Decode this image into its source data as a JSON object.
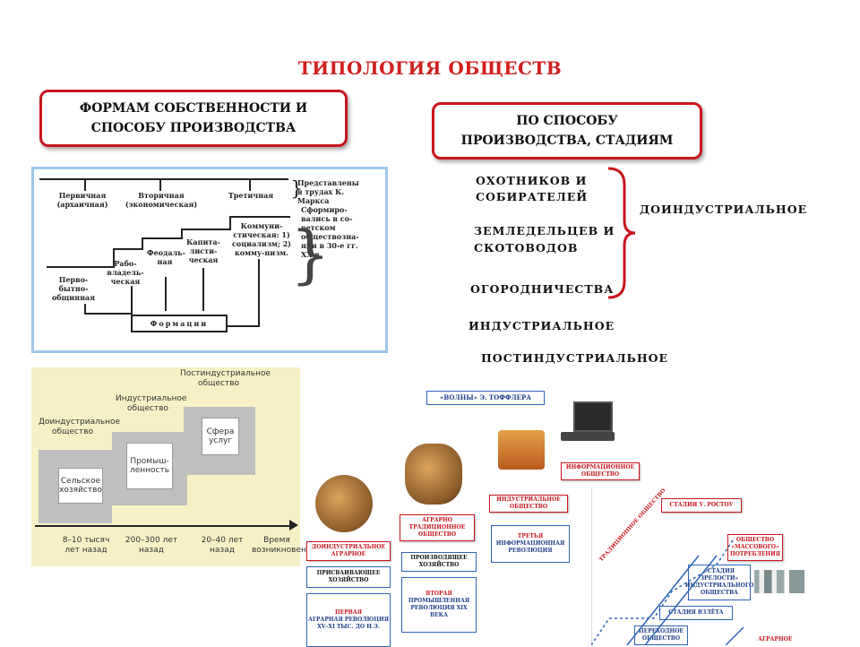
{
  "title": "ТИПОЛОГИЯ ОБЩЕСТВ",
  "box_left": {
    "line1": "ФОРМАМ СОБСТВЕННОСТИ И",
    "line2": "СПОСОБУ ПРОИЗВОДСТВА"
  },
  "box_right": {
    "line1": "ПО СПОСОБУ",
    "line2": "ПРОИЗВОДСТВА, СТАДИЯМ"
  },
  "formations": {
    "primary": "Первичная (архаичная)",
    "secondary": "Вторичная (экономическая)",
    "tertiary": "Третичная",
    "marx_note": "Представлены в трудах К. Маркса",
    "primitive": "Перво-бытно-общинная",
    "slave": "Рабо-владель-ческая",
    "feudal": "Феодаль-ная",
    "capitalist": "Капита-листи-ческая",
    "communist": "Коммуни-стическая: 1) социализм; 2) комму-низм.",
    "soviet_note": "Сформиро-вались в со-ветском обществозна-нии в 30-е гг. XX в.",
    "bottom": "Формации"
  },
  "stages": {
    "hunters1": "ОХОТНИКОВ И",
    "hunters2": "СОБИРАТЕЛЕЙ",
    "farmers1": "ЗЕМЛЕДЕЛЬЦЕВ И",
    "farmers2": "СКОТОВОДОВ",
    "garden": "ОГОРОДНИЧЕСТВА",
    "preindustrial": "ДОИНДУСТРИАЛЬНОЕ",
    "industrial": "ИНДУСТРИАЛЬНОЕ",
    "postindustrial": "ПОСТИНДУСТРИАЛЬНОЕ"
  },
  "societies": {
    "post": "Постиндустриальное общество",
    "ind": "Индустриальное общество",
    "pre": "Доиндустриальное общество",
    "agri": "Сельское хозяйство",
    "industry": "Промыш-ленность",
    "services": "Сфера услуг",
    "t1": "8–10 тысяч лет назад",
    "t2": "200–300 лет назад",
    "t3": "20–40 лет назад",
    "axis": "Время возникновения"
  },
  "toffler": {
    "title": "«ВОЛНЫ» Э. ТОФФЛЕРА",
    "info": "ИНФОРМАЦИОННОЕ ОБЩЕСТВО",
    "ind": "ИНДУСТРИАЛЬНОЕ ОБЩЕСТВО",
    "third": "ТРЕТЬЯ",
    "inforev": "ИНФОРМАЦИОННАЯ РЕВОЛЮЦИЯ",
    "agr": "АГРАРНО ТРАДИЦИОННОЕ ОБЩЕСТВО",
    "prod": "ПРОИЗВОДЯЩЕЕ ХОЗЯЙСТВО",
    "second": "ВТОРАЯ",
    "indrev": "ПРОМЫШЛЕННАЯ РЕВОЛЮЦИЯ XIX ВЕКА",
    "preind": "ДОИНДУСТРИАЛЬНОЕ АГРАРНОЕ",
    "appr": "ПРИСВАИВАЮЩЕЕ ХОЗЯЙСТВО",
    "first": "ПЕРВАЯ",
    "agrrev": "АГРАРНАЯ РЕВОЛЮЦИЯ",
    "agrrev2": "XV–XI ТЫС. ДО Н.Э."
  },
  "rostow": {
    "title": "СТАДИИ У. РОСТОУ",
    "mass": "ОБЩЕСТВО «МАССОВОГО» ПОТРЕБЛЕНИЯ",
    "mature": "«СТАДИЯ ЗРЕЛОСТИ» ИНДУСТРИАЛЬНОГО ОБЩЕСТВА",
    "takeoff": "СТАДИЯ ВЗЛЁТА",
    "transit": "ПЕРЕХОДНОЕ ОБЩЕСТВО",
    "diag": "ТРАДИЦИОННОЕ ОБЩЕСТВО",
    "agr": "АГРАРНОЕ"
  }
}
